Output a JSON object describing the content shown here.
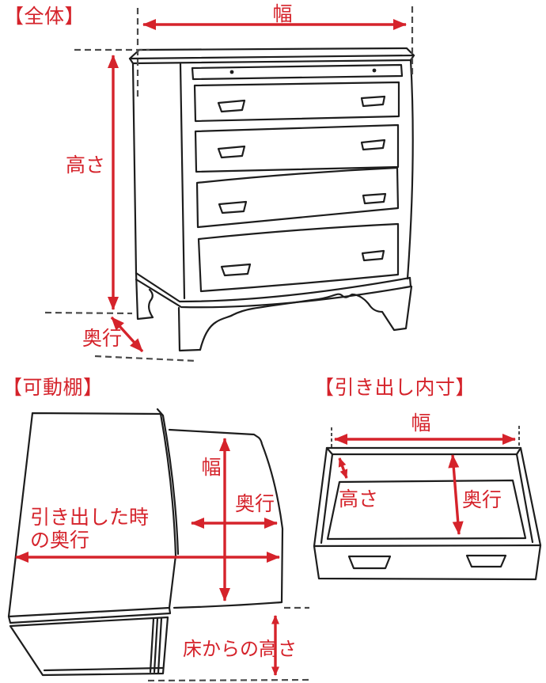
{
  "colors": {
    "accent_red": "#d5232b",
    "line_black": "#1d1d1d",
    "dash_gray": "#4a4a4a",
    "background": "#ffffff"
  },
  "sections": {
    "overall": {
      "title": "【全体】",
      "width_label": "幅",
      "height_label": "高さ",
      "depth_label": "奥行"
    },
    "movable_shelf": {
      "title": "【可動棚】",
      "pulled_depth_line1": "引き出した時",
      "pulled_depth_line2": "の奥行",
      "width_label": "幅",
      "depth_label": "奥行",
      "floor_height_label": "床からの高さ"
    },
    "drawer_inner": {
      "title": "【引き出し内寸】",
      "width_label": "幅",
      "height_label": "高さ",
      "depth_label": "奥行"
    }
  }
}
